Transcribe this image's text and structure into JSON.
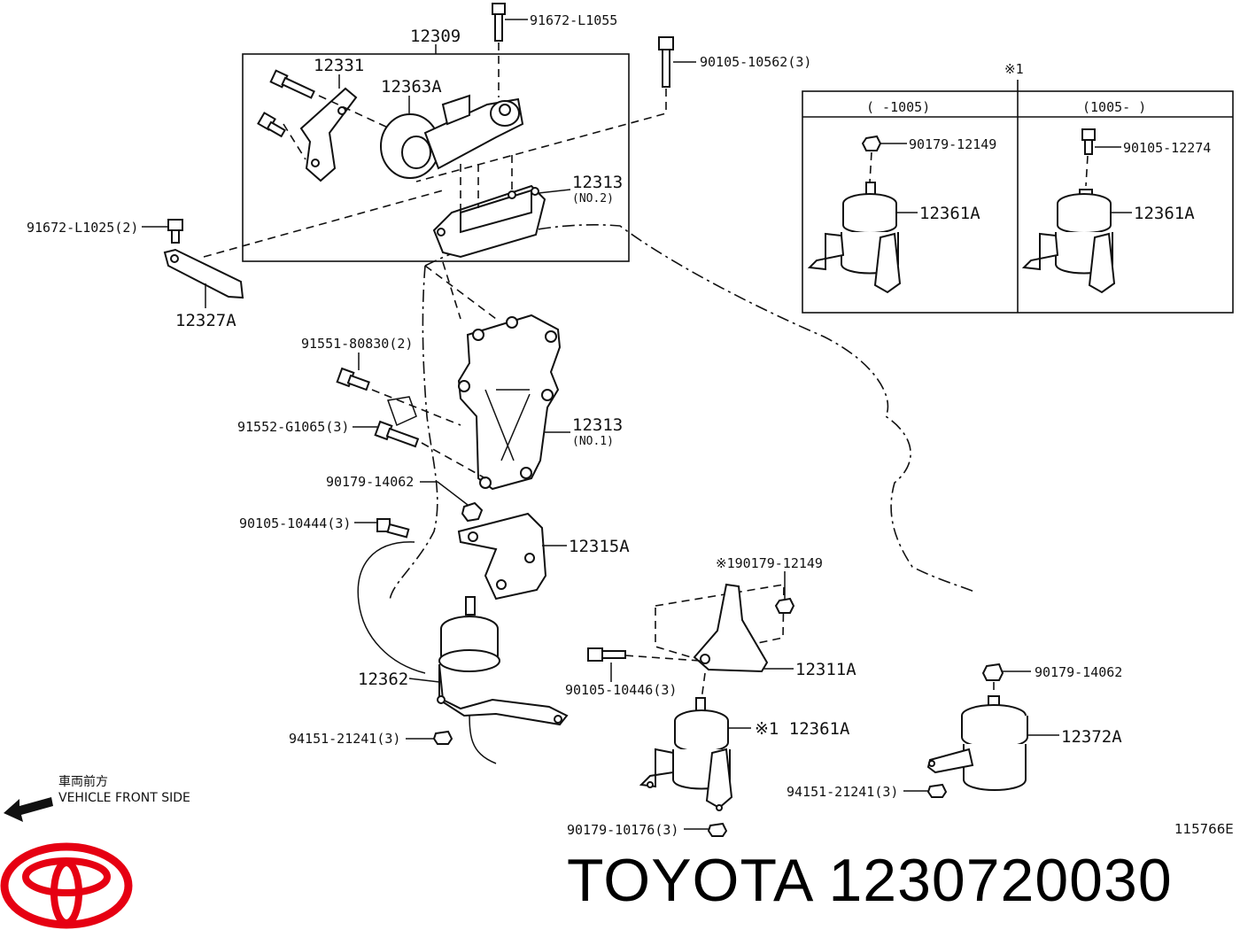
{
  "labels": {
    "l12309": "12309",
    "l91672_L1055": "91672-L1055",
    "l90105_10562": "90105-10562(3)",
    "l12331": "12331",
    "l12363A": "12363A",
    "l12313_no2": "12313",
    "l12313_no2_sub": "(NO.2)",
    "l91672_L1025": "91672-L1025(2)",
    "l12327A": "12327A",
    "l91551_80830": "91551-80830(2)",
    "l91552_G1065": "91552-G1065(3)",
    "l12313_no1": "12313",
    "l12313_no1_sub": "(NO.1)",
    "l90179_14062_a": "90179-14062",
    "l90105_10444": "90105-10444(3)",
    "l12315A": "12315A",
    "l12362": "12362",
    "l94151_21241_a": "94151-21241(3)",
    "l90179_12149_b": "※190179-12149",
    "l12311A": "12311A",
    "l90105_10446": "90105-10446(3)",
    "l12361A_c": "※1 12361A",
    "l90179_10176": "90179-10176(3)",
    "l90179_14062_b": "90179-14062",
    "l12372A": "12372A",
    "l94151_21241_b": "94151-21241(3)"
  },
  "inset": {
    "marker": "※1",
    "left_header": "(     -1005)",
    "right_header": "(1005-     )",
    "left_bolt": "90179-12149",
    "left_mount": "12361A",
    "right_bolt": "90105-12274",
    "right_mount": "12361A"
  },
  "front": {
    "japanese": "車両前方",
    "english": "VEHICLE FRONT SIDE"
  },
  "reference_code": "115766E",
  "brand": {
    "name": "TOYOTA",
    "part_number": "1230720030",
    "logo_color": "#e60012"
  }
}
